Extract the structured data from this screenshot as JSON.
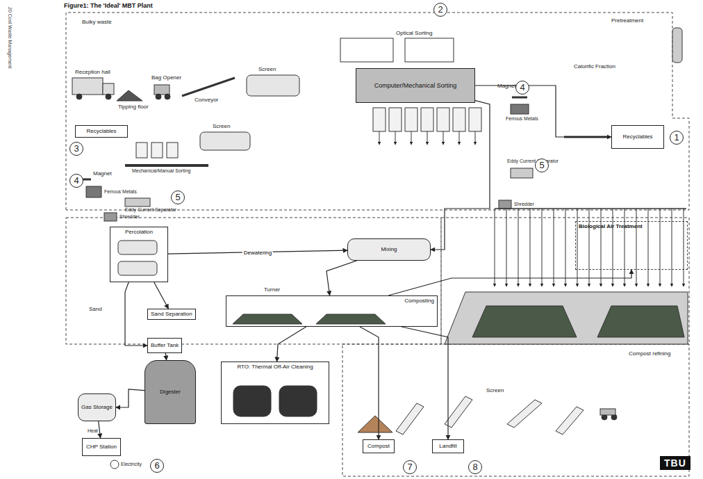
{
  "diagram": {
    "title": "Figure1: The 'Ideal' MBT Plant",
    "nodes": [
      {
        "text": [
          "Recyclables"
        ]
      },
      {
        "text": [
          "Recyclables"
        ]
      },
      {
        "text": [
          "Computer/Mechanical Sorting"
        ]
      },
      {
        "text": [
          "Biological Air Treatment"
        ]
      },
      {
        "text": [
          "Sand Separation"
        ]
      },
      {
        "text": [
          "Buffer Tank"
        ]
      },
      {
        "text": [
          "Digester"
        ]
      },
      {
        "text": [
          "Gas Storage"
        ]
      },
      {
        "text": [
          "CHP Station"
        ]
      },
      {
        "text": [
          "RTO: Thermal Off-Air Cleaning"
        ]
      },
      {
        "text": [
          "Compost"
        ]
      },
      {
        "text": [
          "Landfill"
        ]
      },
      {
        "text": [
          "Composting"
        ]
      },
      {
        "text": [
          "Mixing"
        ]
      },
      {
        "text": [
          "Percolation"
        ]
      }
    ],
    "edges": [
      {
        "from": 2,
        "to": 1,
        "arrow": "to"
      },
      {
        "from": 14,
        "to": 4,
        "arrow": "to"
      },
      {
        "from": 14,
        "to": 5,
        "arrow": "to"
      },
      {
        "from": 5,
        "to": 6,
        "arrow": "to"
      },
      {
        "from": 6,
        "to": 7,
        "arrow": "to"
      },
      {
        "from": 7,
        "to": 8,
        "arrow": "to"
      },
      {
        "from": 14,
        "to": 13,
        "label": "Dewatering",
        "arrow": "to"
      },
      {
        "from": 13,
        "to": 12,
        "arrow": "to"
      },
      {
        "from": 12,
        "to": 9,
        "arrow": "to"
      },
      {
        "from": 12,
        "to": 3,
        "arrow": "to"
      },
      {
        "from": 12,
        "to": 10,
        "arrow": "to"
      },
      {
        "from": 12,
        "to": 11,
        "arrow": "to"
      },
      {
        "from": 2,
        "to": 13,
        "arrow": "to"
      }
    ],
    "labels": [
      "20 Cost Waste Management",
      "Bulky waste",
      "Reception hall",
      "Bag Opener",
      "Tipping floor",
      "Conveyor",
      "Screen",
      "Screen",
      "Magnet",
      "Ferrous Metals",
      "Eddy Current Separator",
      "Shredder",
      "Mechanical/Manual Sorting",
      "Magnet",
      "Ferrous Metals",
      "Eddy Current Separator",
      "Shredder",
      "Optical Sorting",
      "Pretreatment",
      "Calorific Fraction",
      "Sand",
      "Turner",
      "Heat",
      "Electricity",
      "Compost refining",
      "Screen",
      "TBU",
      "2",
      "3",
      "4",
      "5",
      "4",
      "5",
      "1",
      "6",
      "7",
      "8"
    ]
  }
}
